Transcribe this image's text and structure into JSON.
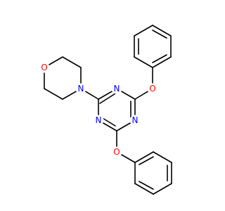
{
  "molecule": {
    "atoms": [
      {
        "id": "o_morpholine",
        "symbol": "O",
        "color": "#ff0000"
      },
      {
        "id": "n_morpholine",
        "symbol": "N",
        "color": "#0000ff"
      },
      {
        "id": "n_ring_1",
        "symbol": "N",
        "color": "#0000ff"
      },
      {
        "id": "n_ring_2",
        "symbol": "N",
        "color": "#0000ff"
      },
      {
        "id": "n_ring_3",
        "symbol": "N",
        "color": "#0000ff"
      },
      {
        "id": "o_ether_top",
        "symbol": "O",
        "color": "#ff0000"
      },
      {
        "id": "o_ether_bottom",
        "symbol": "O",
        "color": "#ff0000"
      }
    ]
  }
}
